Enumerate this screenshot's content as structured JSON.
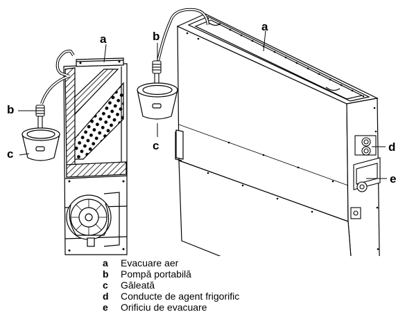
{
  "callouts": {
    "left_a": "a",
    "left_b": "b",
    "left_c": "c",
    "right_a": "a",
    "right_b": "b",
    "right_c": "c",
    "right_d": "d",
    "right_e": "e"
  },
  "legend": [
    {
      "key": "a",
      "text": "Evacuare aer"
    },
    {
      "key": "b",
      "text": "Pompă portabilă"
    },
    {
      "key": "c",
      "text": "Găleată"
    },
    {
      "key": "d",
      "text": "Conducte de agent frigorific"
    },
    {
      "key": "e",
      "text": "Orificiu de evacuare"
    }
  ]
}
